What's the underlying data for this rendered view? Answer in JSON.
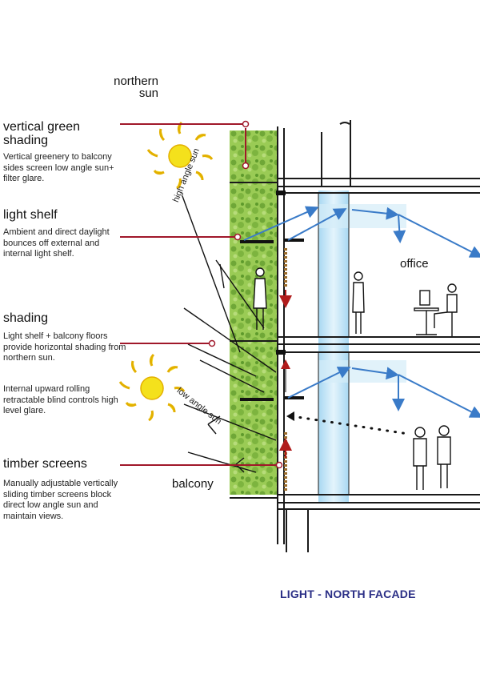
{
  "labels": {
    "northern_sun": [
      "northern",
      "sun"
    ],
    "office": "office",
    "balcony": "balcony",
    "high_angle_sun": "high angle sun",
    "low_angle_sun": "low angle sun"
  },
  "callouts": [
    {
      "title": "vertical green shading",
      "description": "Vertical greenery to balcony sides screen low angle sun+ filter glare."
    },
    {
      "title": "light shelf",
      "description": "Ambient and direct daylight bounces off external and internal light shelf."
    },
    {
      "title": "shading",
      "description": "Light shelf + balcony floors provide horizontal shading from northern sun."
    },
    {
      "title": "",
      "description": "Internal upward rolling retractable blind controls high level glare."
    },
    {
      "title": "timber screens",
      "description": "Manually adjustable vertically sliding timber screens block direct low angle sun and maintain views."
    }
  ],
  "footer": {
    "title": "LIGHT - NORTH FACADE"
  },
  "colors": {
    "leader": "#a0182a",
    "arrow": "#3a7bc8",
    "footer": "#2b2f86",
    "green": "#8fc14a",
    "lightwell": "#bfe3f6",
    "sun": "#f4e11c"
  }
}
